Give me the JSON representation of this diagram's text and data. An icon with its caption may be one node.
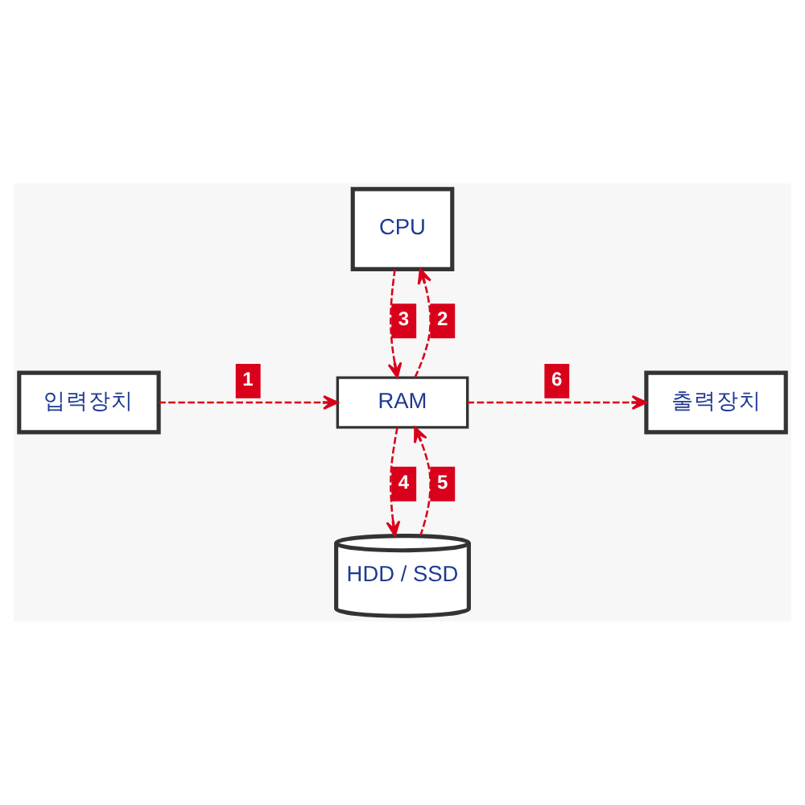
{
  "diagram": {
    "nodes": [
      {
        "text": [
          "CPU"
        ]
      },
      {
        "text": [
          "입력장치"
        ]
      },
      {
        "text": [
          "RAM"
        ]
      },
      {
        "text": [
          "출력장치"
        ]
      },
      {
        "text": [
          "HDD / SSD"
        ]
      }
    ],
    "edges": [
      {
        "from": 1,
        "to": 2,
        "arrow": "to",
        "label": "1",
        "style": "dashed"
      },
      {
        "from": 2,
        "to": 0,
        "arrow": "to",
        "label": "2",
        "style": "dashed"
      },
      {
        "from": 0,
        "to": 2,
        "arrow": "to",
        "label": "3",
        "style": "dashed"
      },
      {
        "from": 2,
        "to": 4,
        "arrow": "to",
        "label": "4",
        "style": "dashed"
      },
      {
        "from": 4,
        "to": 2,
        "arrow": "to",
        "label": "5",
        "style": "dashed"
      },
      {
        "from": 2,
        "to": 3,
        "arrow": "to",
        "label": "6",
        "style": "dashed"
      }
    ]
  }
}
